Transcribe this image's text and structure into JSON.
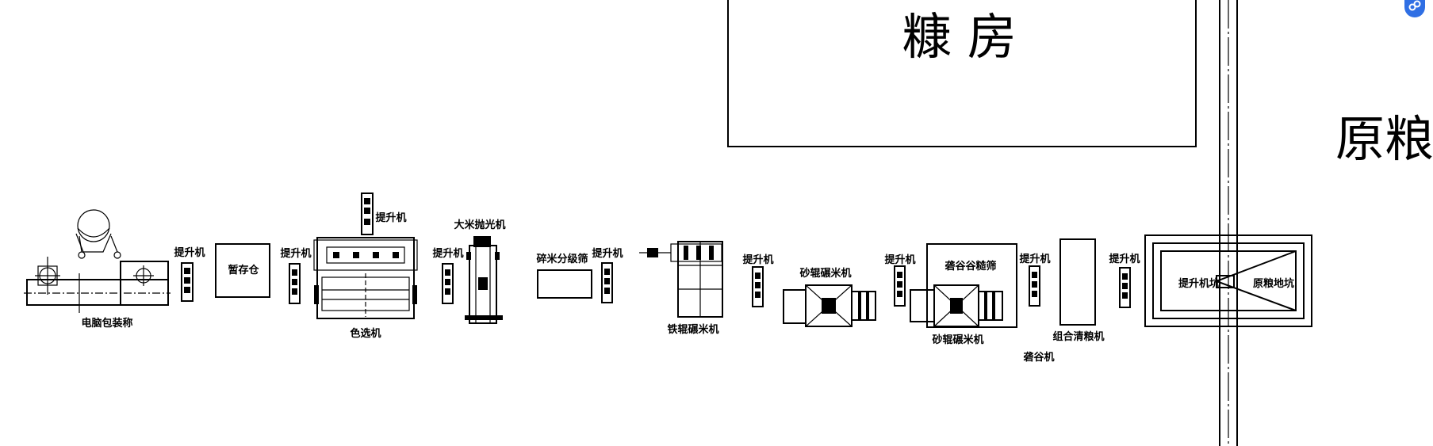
{
  "titles": {
    "bran_room": "糠  房",
    "raw_grain": "原粮"
  },
  "labels": {
    "elevator": "提升机",
    "computer_scale": "电脑包装称",
    "temp_bin": "暂存仓",
    "color_sorter": "色选机",
    "polisher": "大米抛光机",
    "broken_rice_grader": "碎米分级筛",
    "iron_roll_mill": "铁辊碾米机",
    "sand_roll_mill": "砂辊碾米机",
    "paddy_separator": "砻谷谷糙筛",
    "husker": "砻谷机",
    "combined_cleaner": "组合清粮机",
    "elevator_pit": "提升机坑",
    "raw_grain_pit": "原粮地坑"
  },
  "ui": {
    "link_icon": "link-icon",
    "accent": "#2f6fe4"
  }
}
